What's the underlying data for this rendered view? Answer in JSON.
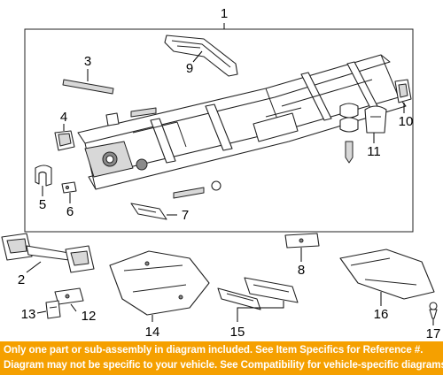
{
  "callouts": {
    "c1": "1",
    "c2": "2",
    "c3": "3",
    "c4": "4",
    "c5": "5",
    "c6": "6",
    "c7": "7",
    "c8": "8",
    "c9": "9",
    "c10": "10",
    "c11": "11",
    "c12": "12",
    "c13": "13",
    "c14": "14",
    "c15": "15",
    "c16": "16",
    "c17": "17"
  },
  "footer": {
    "line1": "Only one part or sub-assembly in diagram included. See Item Specifics for Reference #.",
    "line2": "Diagram may not be specific to your vehicle. See Compatibility for vehicle-specific diagrams."
  },
  "colors": {
    "footer_bg": "#f5a000",
    "footer_text": "#ffffff"
  }
}
